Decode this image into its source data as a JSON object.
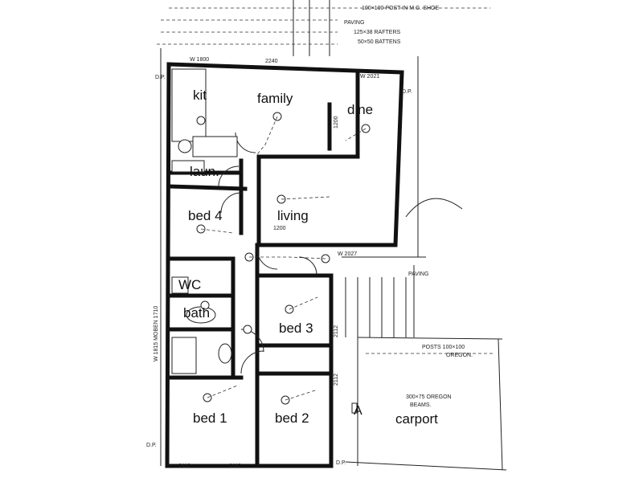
{
  "plan": {
    "rooms": {
      "kit": "kit",
      "family": "family",
      "dine": "dine",
      "laun": "laun.",
      "bed4": "bed 4",
      "living": "living",
      "wc": "WC",
      "bath": "bath",
      "bed3": "bed 3",
      "bed1": "bed 1",
      "bed2": "bed 2",
      "carport": "carport"
    },
    "notes": {
      "post": "100×100 POST IN M.G. SHOE",
      "paving_top": "PAVING",
      "rafters": "125×38 RAFTERS",
      "battens": "50×50 BATTENS",
      "paving_right": "PAVING",
      "posts_line1": "POSTS 100×100",
      "posts_line2": "OREGON.",
      "beams_line1": "300×75 OREGON",
      "beams_line2": "BEAMS.",
      "section_mark": "A",
      "window_top_left": "W 1800",
      "window_top_mid": "2240",
      "window_dine": "W 2021",
      "window_living": "W 2027",
      "window_living_small": "1200",
      "window_dine_side": "1200",
      "window_left_side": "W 1815 MOBEN 1710",
      "window_bed3_side": "2112",
      "window_bed2_side": "2112",
      "window_bottom_left": "2112",
      "window_bottom_mid": "2112",
      "dp_left_top": "D.P.",
      "dp_right_top": "D.P.",
      "dp_left_bottom": "D.P.",
      "dp_right_bottom": "D.P."
    }
  }
}
